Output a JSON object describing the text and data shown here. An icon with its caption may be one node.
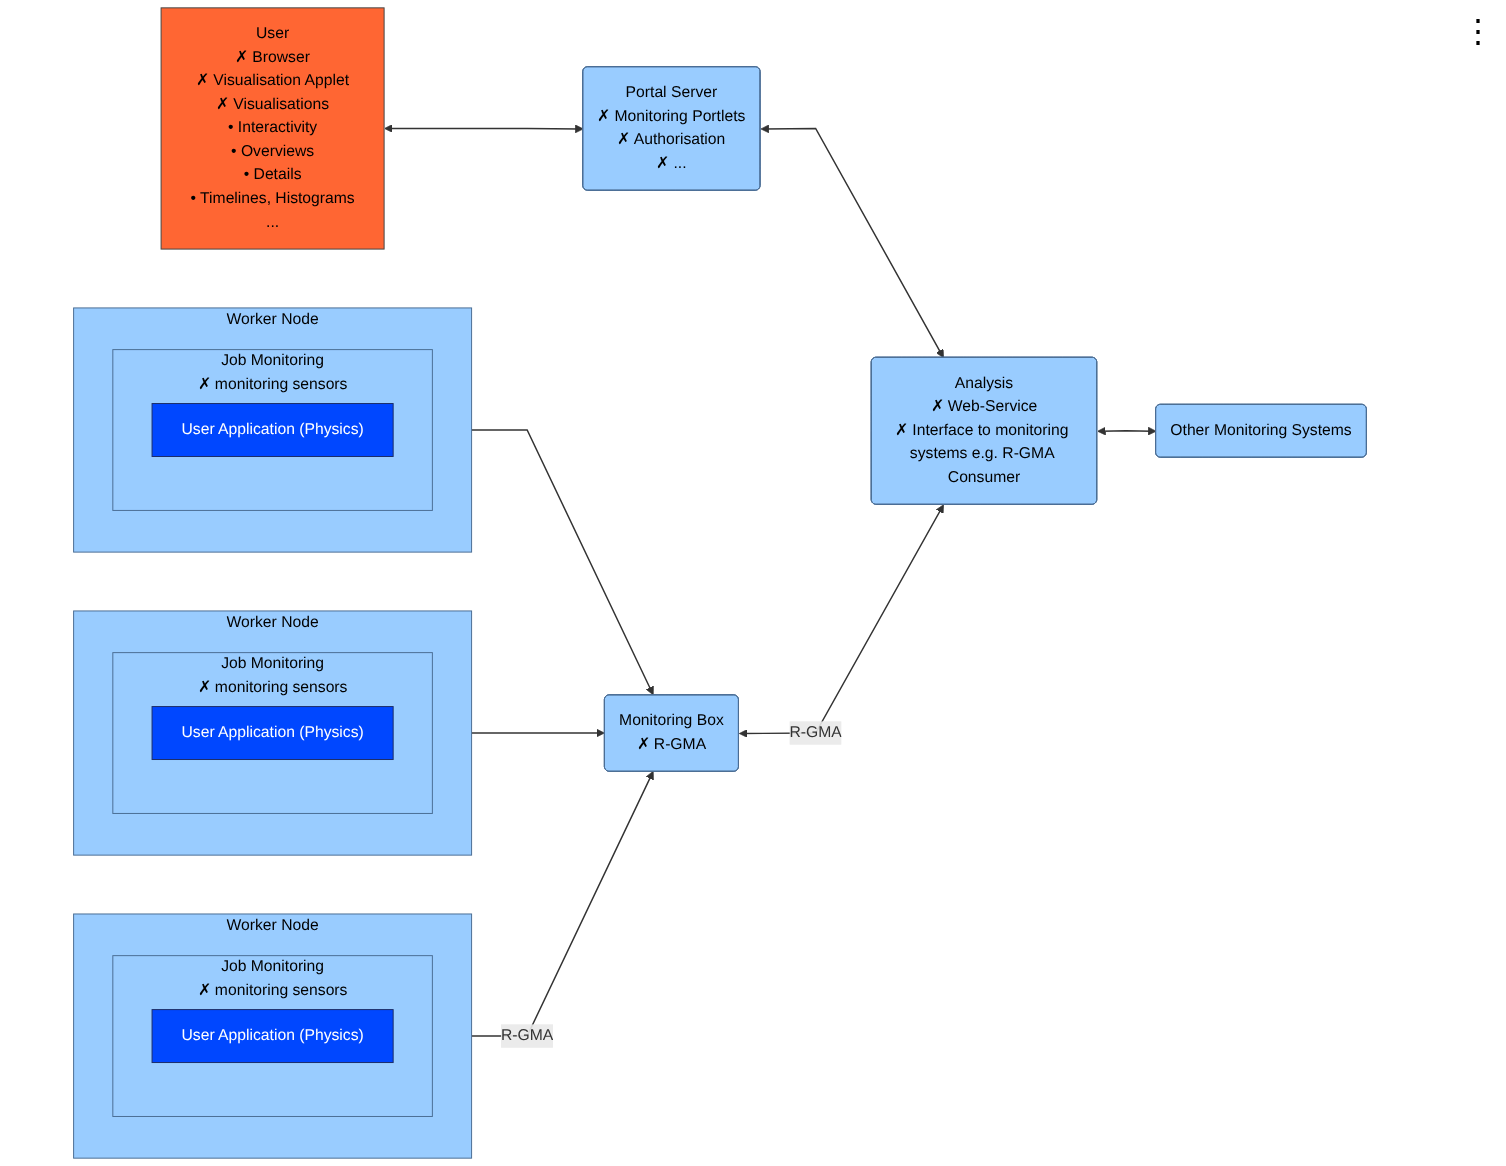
{
  "diagram": {
    "nodes": [
      {
        "text": [
          "Worker Node"
        ]
      },
      {
        "text": [
          "Job Monitoring",
          "✗ monitoring sensors"
        ],
        "in": 0
      },
      {
        "text": [
          "User Application (Physics)"
        ],
        "in": 1
      },
      {
        "text": [
          "Worker Node"
        ]
      },
      {
        "text": [
          "Job Monitoring",
          "✗ monitoring sensors"
        ],
        "in": 3
      },
      {
        "text": [
          "User Application (Physics)"
        ],
        "in": 4
      },
      {
        "text": [
          "Worker Node"
        ]
      },
      {
        "text": [
          "Job Monitoring",
          "✗ monitoring sensors"
        ],
        "in": 6
      },
      {
        "text": [
          "User Application (Physics)"
        ],
        "in": 7
      },
      {
        "text": [
          "Monitoring Box",
          "✗ R-GMA"
        ]
      },
      {
        "text": [
          "User",
          "✗ Browser",
          "✗ Visualisation Applet",
          "✗ Visualisations",
          "• Interactivity",
          "• Overviews",
          "• Details",
          "• Timelines, Histograms",
          "..."
        ]
      },
      {
        "text": [
          "Portal Server",
          "✗ Monitoring Portlets",
          "✗ Authorisation",
          "✗ ..."
        ]
      },
      {
        "text": [
          "Analysis",
          "✗ Web-Service",
          "✗ Interface to monitoring systems e.g. R-GMA Consumer"
        ]
      },
      {
        "text": [
          "Other Monitoring Systems"
        ]
      }
    ],
    "edges": [
      {
        "from": 0,
        "to": 9,
        "arrow": "to"
      },
      {
        "from": 3,
        "to": 9,
        "arrow": "to"
      },
      {
        "from": 6,
        "to": 9,
        "arrow": "to",
        "label": "R-GMA"
      },
      {
        "from": 10,
        "to": 11,
        "arrow": "both"
      },
      {
        "from": 11,
        "to": 12,
        "arrow": "both"
      },
      {
        "from": 9,
        "to": 12,
        "arrow": "both",
        "label": "R-GMA"
      },
      {
        "from": 13,
        "to": 12,
        "arrow": "both"
      }
    ],
    "labels": [
      "⋮"
    ]
  }
}
